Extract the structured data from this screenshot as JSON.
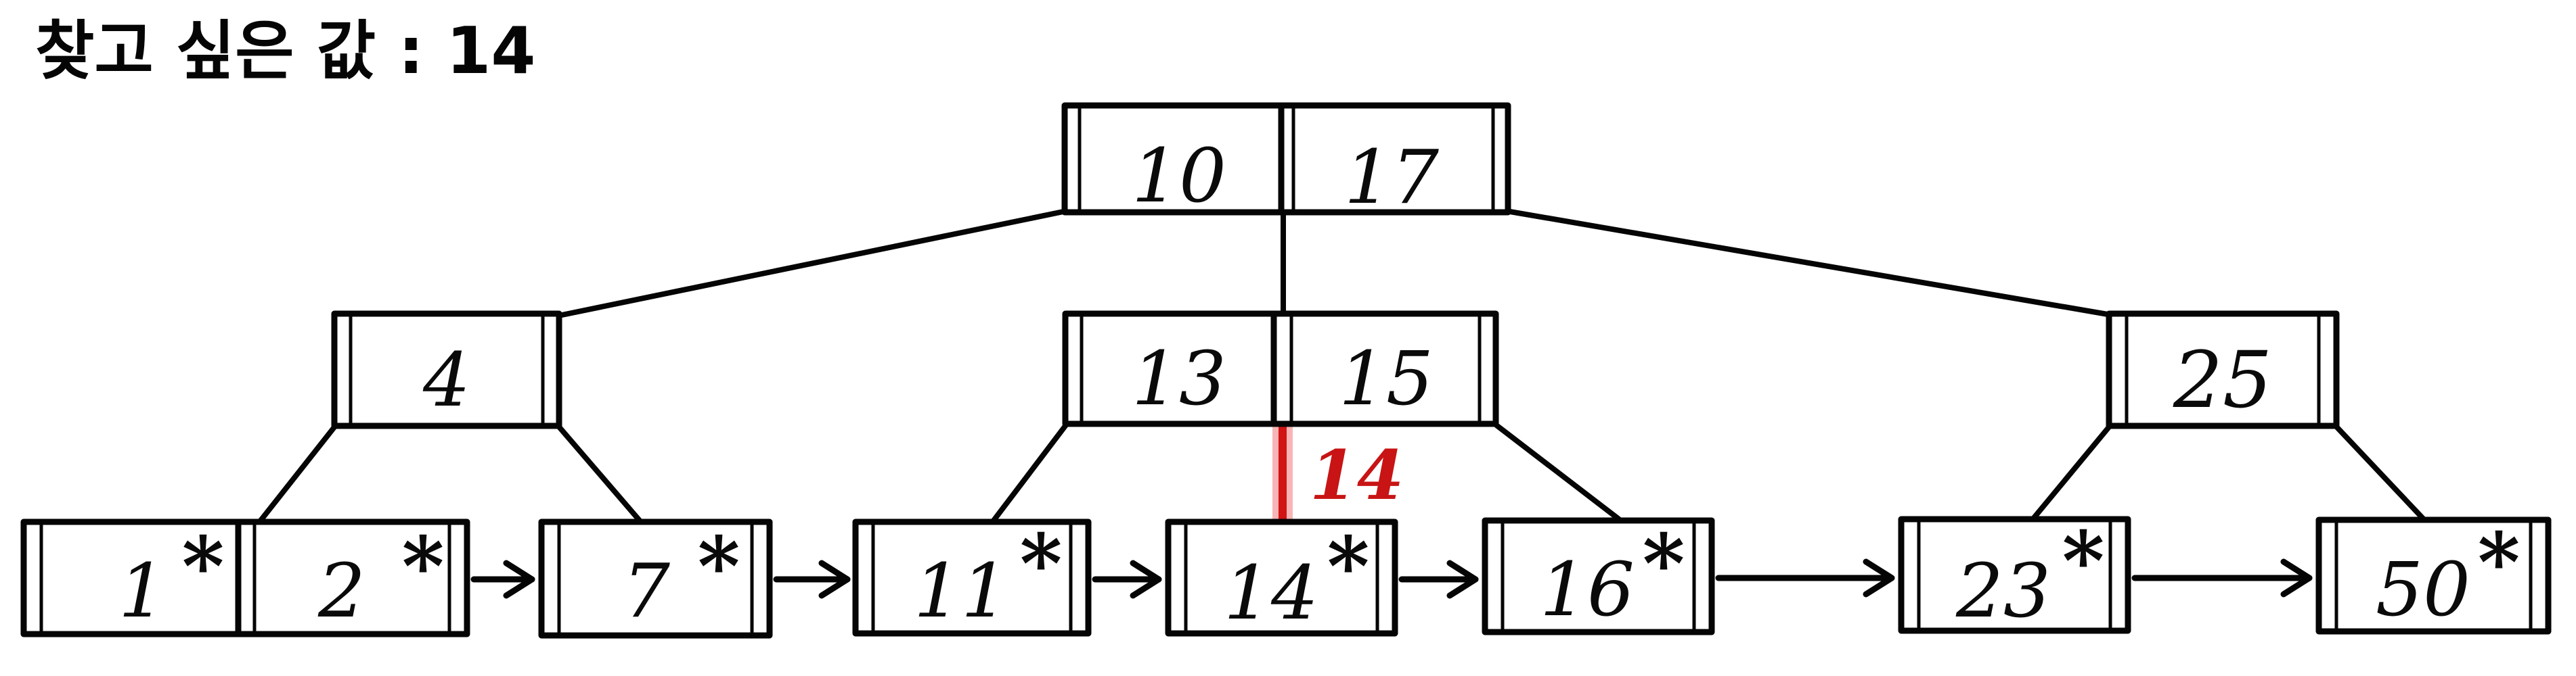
{
  "title": "찾고 싶은 값 : 14",
  "colors": {
    "ink": "#050505",
    "highlight_red": "#d11414",
    "highlight_halo": "#f27878"
  },
  "tree": {
    "type": "b-plus-tree",
    "root": {
      "keys": [
        "10",
        "17"
      ]
    },
    "internal": [
      {
        "keys": [
          "4"
        ]
      },
      {
        "keys": [
          "13",
          "15"
        ]
      },
      {
        "keys": [
          "25"
        ]
      }
    ],
    "leaves": [
      {
        "keys": [
          "1",
          "2"
        ]
      },
      {
        "keys": [
          "7"
        ]
      },
      {
        "keys": [
          "11"
        ]
      },
      {
        "keys": [
          "14"
        ]
      },
      {
        "keys": [
          "16"
        ]
      },
      {
        "keys": [
          "23"
        ]
      },
      {
        "keys": [
          "50"
        ]
      }
    ],
    "leaf_marker": "*"
  },
  "search": {
    "value": "14",
    "highlight_label": "14"
  }
}
